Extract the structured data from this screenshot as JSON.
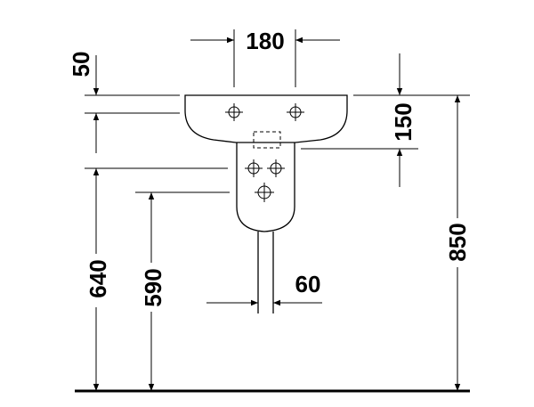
{
  "dimensions": {
    "top_width": "180",
    "top_offset": "50",
    "basin_height": "150",
    "total_height": "850",
    "drain_height": "640",
    "outlet_height": "590",
    "outlet_width": "60"
  }
}
